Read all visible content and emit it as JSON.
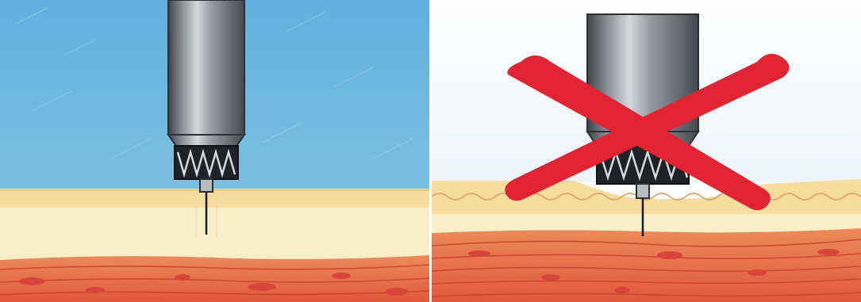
{
  "figure": {
    "panels": [
      {
        "id": "correct-technique",
        "mark": "none"
      },
      {
        "id": "incorrect-technique",
        "mark": "red-x"
      }
    ],
    "colors": {
      "sky": "#69b4dc",
      "pen_body": "#6f747b",
      "pen_highlight": "#c9ccd0",
      "skin_top": "#f6dfa7",
      "fat_layer": "#f8efc8",
      "muscle": "#e56a45",
      "muscle_dark": "#c43d2a",
      "cross": "#e02434"
    }
  }
}
